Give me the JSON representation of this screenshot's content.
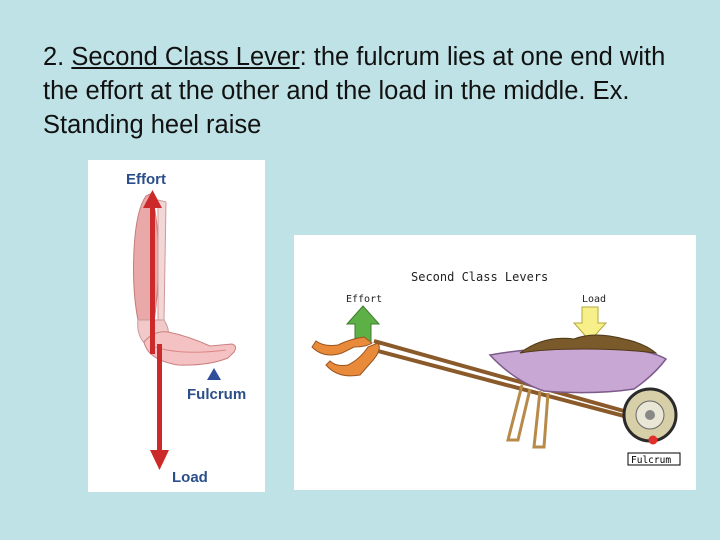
{
  "slide": {
    "prefix": "2. ",
    "term": "Second Class Lever",
    "definition": ": the fulcrum lies at one end with the effort at the other and the load in the middle.  Ex. Standing heel raise"
  },
  "leg_diagram": {
    "effort_label": "Effort",
    "fulcrum_label": "Fulcrum",
    "load_label": "Load"
  },
  "wheelbarrow_diagram": {
    "title": "Second Class Levers",
    "effort_label": "Effort",
    "load_label": "Load",
    "fulcrum_label": "Fulcrum"
  },
  "colors": {
    "background": "#bfe2e6",
    "effort_arrow_leg": "#cc2a2a",
    "effort_arrow_wb": "#5db046",
    "load_arrow_wb": "#f7f08a",
    "fulcrum_marker_leg": "#2f4f9a",
    "fulcrum_marker_wb": "#e0302a",
    "label_blue": "#2b4f8a"
  }
}
